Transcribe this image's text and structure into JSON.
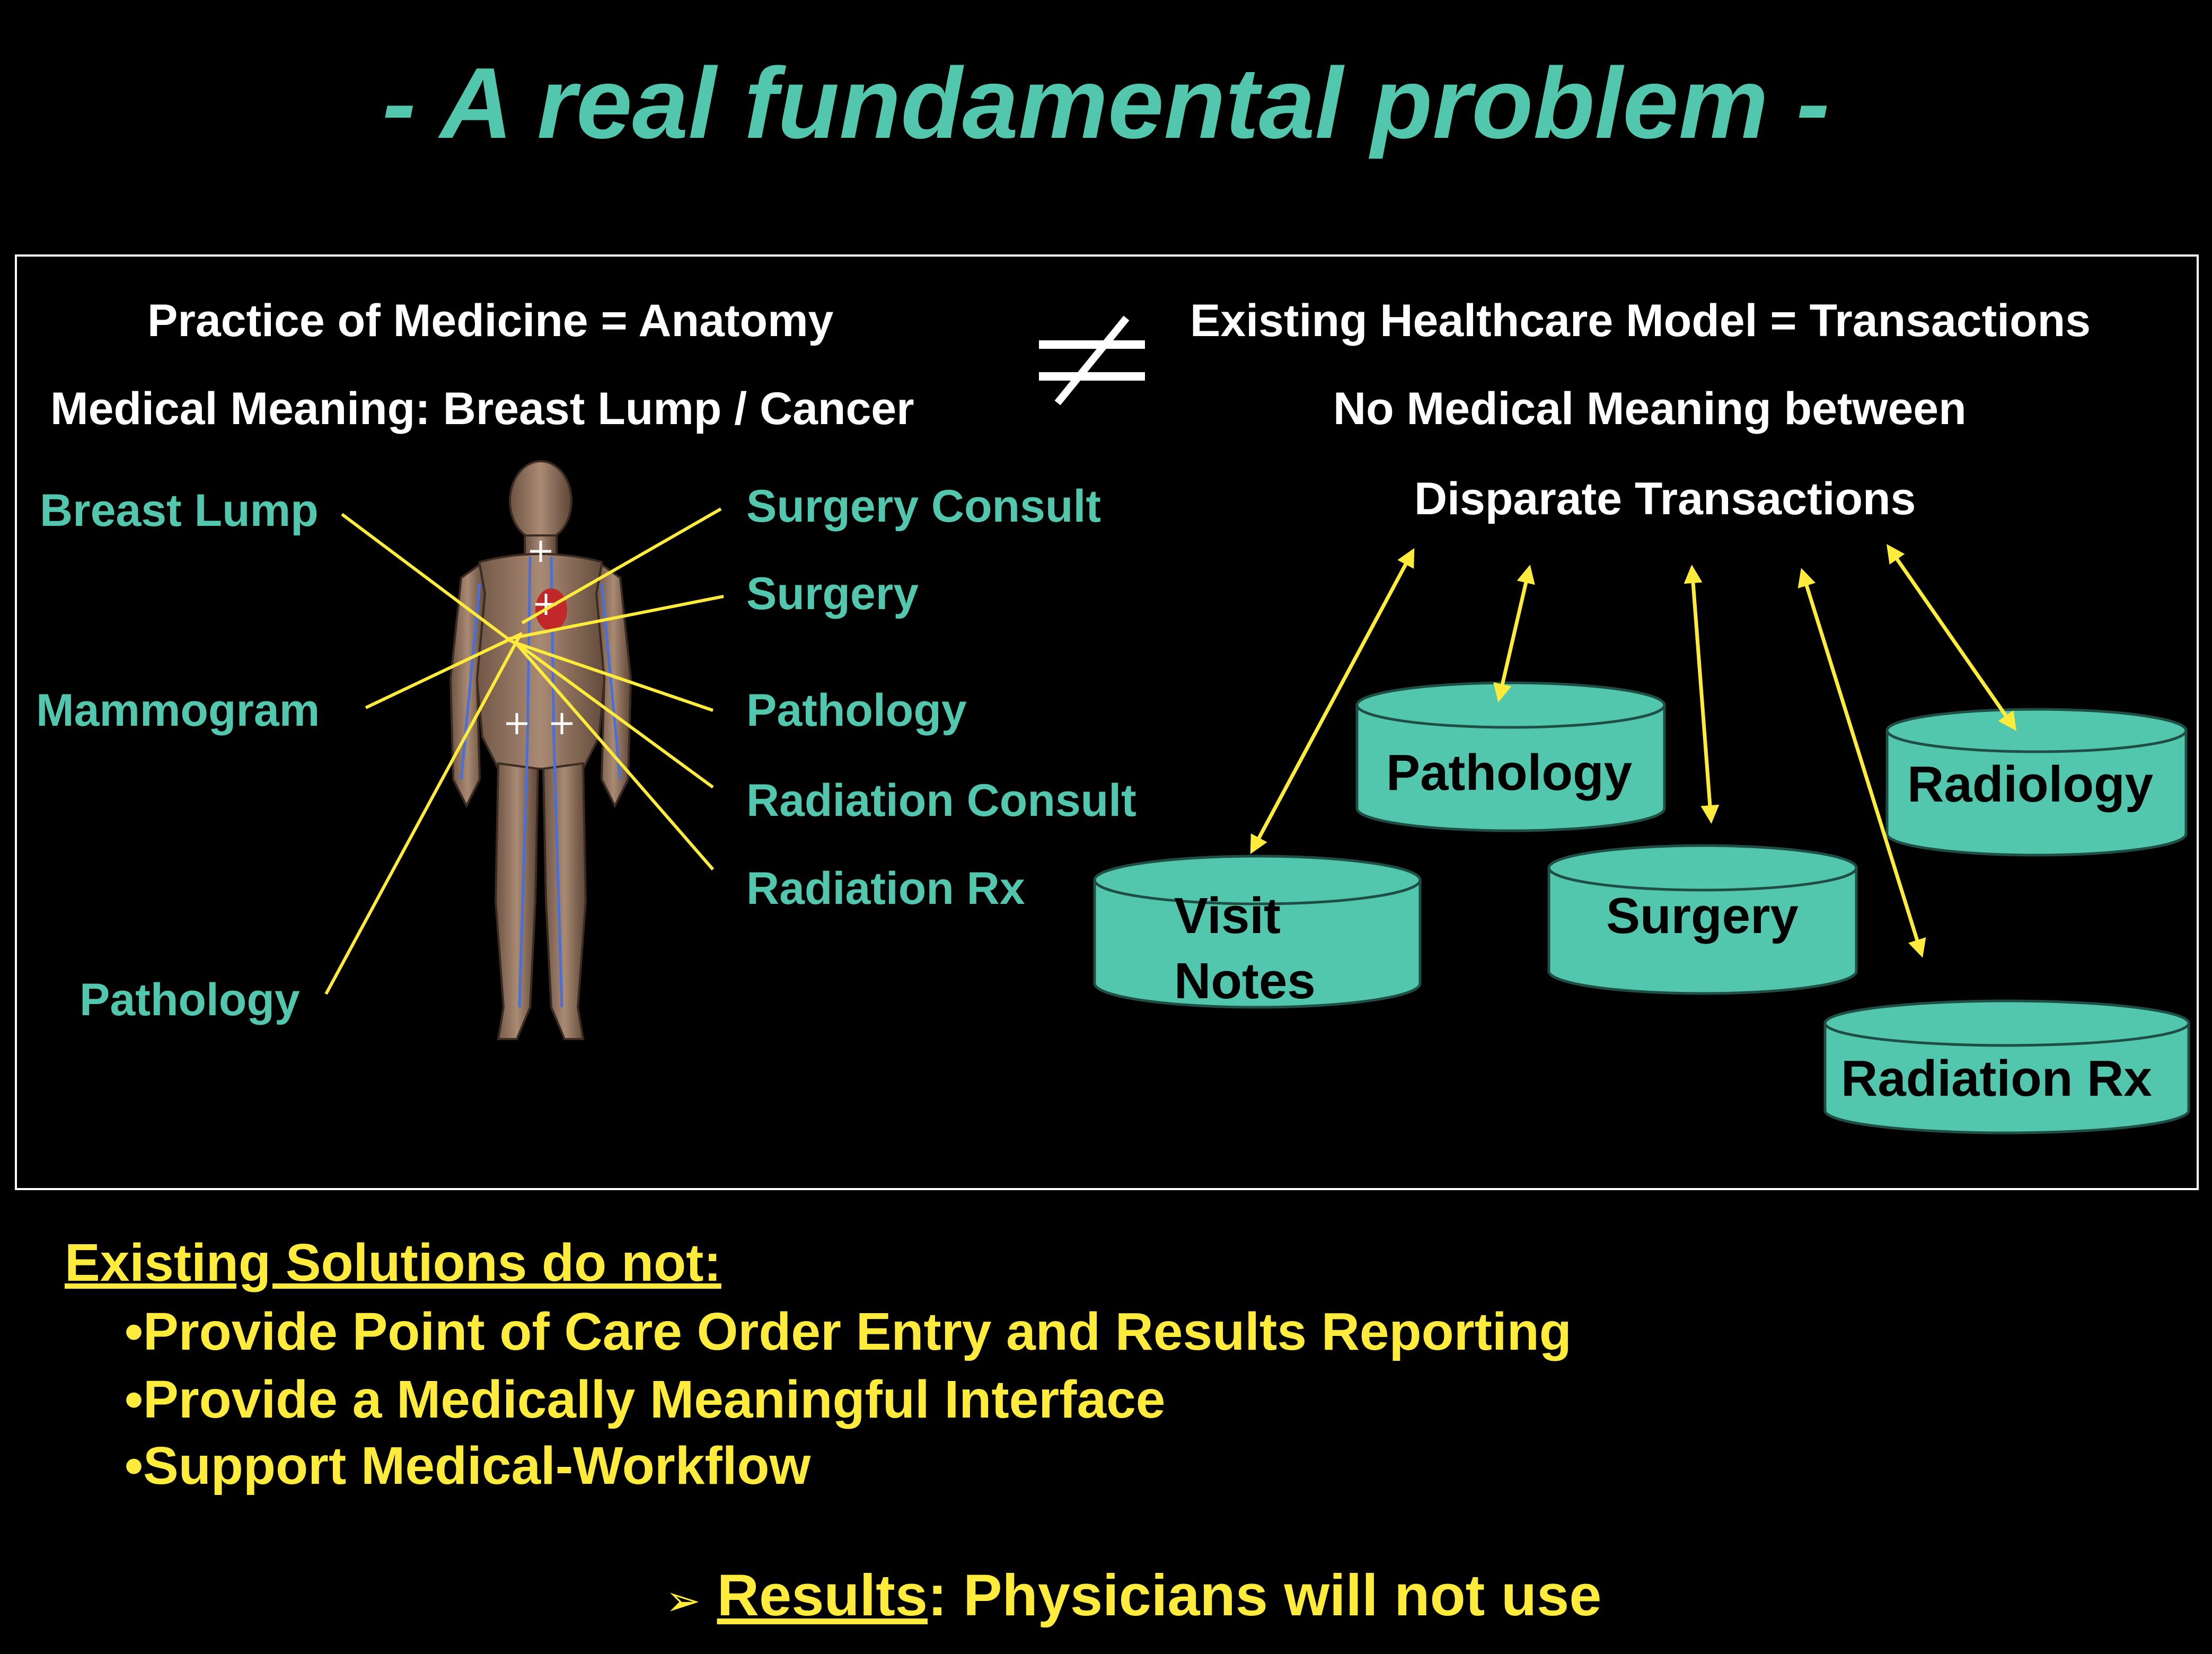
{
  "title": "- A real fundamental problem -",
  "left": {
    "heading": "Practice of Medicine = Anatomy",
    "subheading": "Medical Meaning: Breast Lump / Cancer",
    "labels_left": [
      "Breast Lump",
      "Mammogram",
      "Pathology"
    ],
    "labels_right": [
      "Surgery Consult",
      "Surgery",
      "Pathology",
      "Radiation Consult",
      "Radiation Rx"
    ]
  },
  "not_equal_symbol": "≠",
  "right": {
    "heading": "Existing Healthcare Model = Transactions",
    "subheading_1": "No Medical Meaning between",
    "subheading_2": "Disparate Transactions",
    "databases": {
      "visit_notes_line1": "Visit",
      "visit_notes_line2": "Notes",
      "pathology": "Pathology",
      "surgery": "Surgery",
      "radiology": "Radiology",
      "radiation_rx": "Radiation Rx"
    }
  },
  "bottom": {
    "heading": "Existing Solutions do not:",
    "bullets": [
      "•Provide Point of Care Order Entry and Results Reporting",
      "•Provide a Medically Meaningful Interface",
      "•Support Medical-Workflow"
    ],
    "result_arrow": "➢",
    "result_label": "Results",
    "result_text": ": Physicians will not use"
  },
  "colors": {
    "background": "#000000",
    "teal": "#52c7ad",
    "yellow": "#ffeb3b",
    "white": "#ffffff",
    "cylinder": "#52c7ad"
  }
}
